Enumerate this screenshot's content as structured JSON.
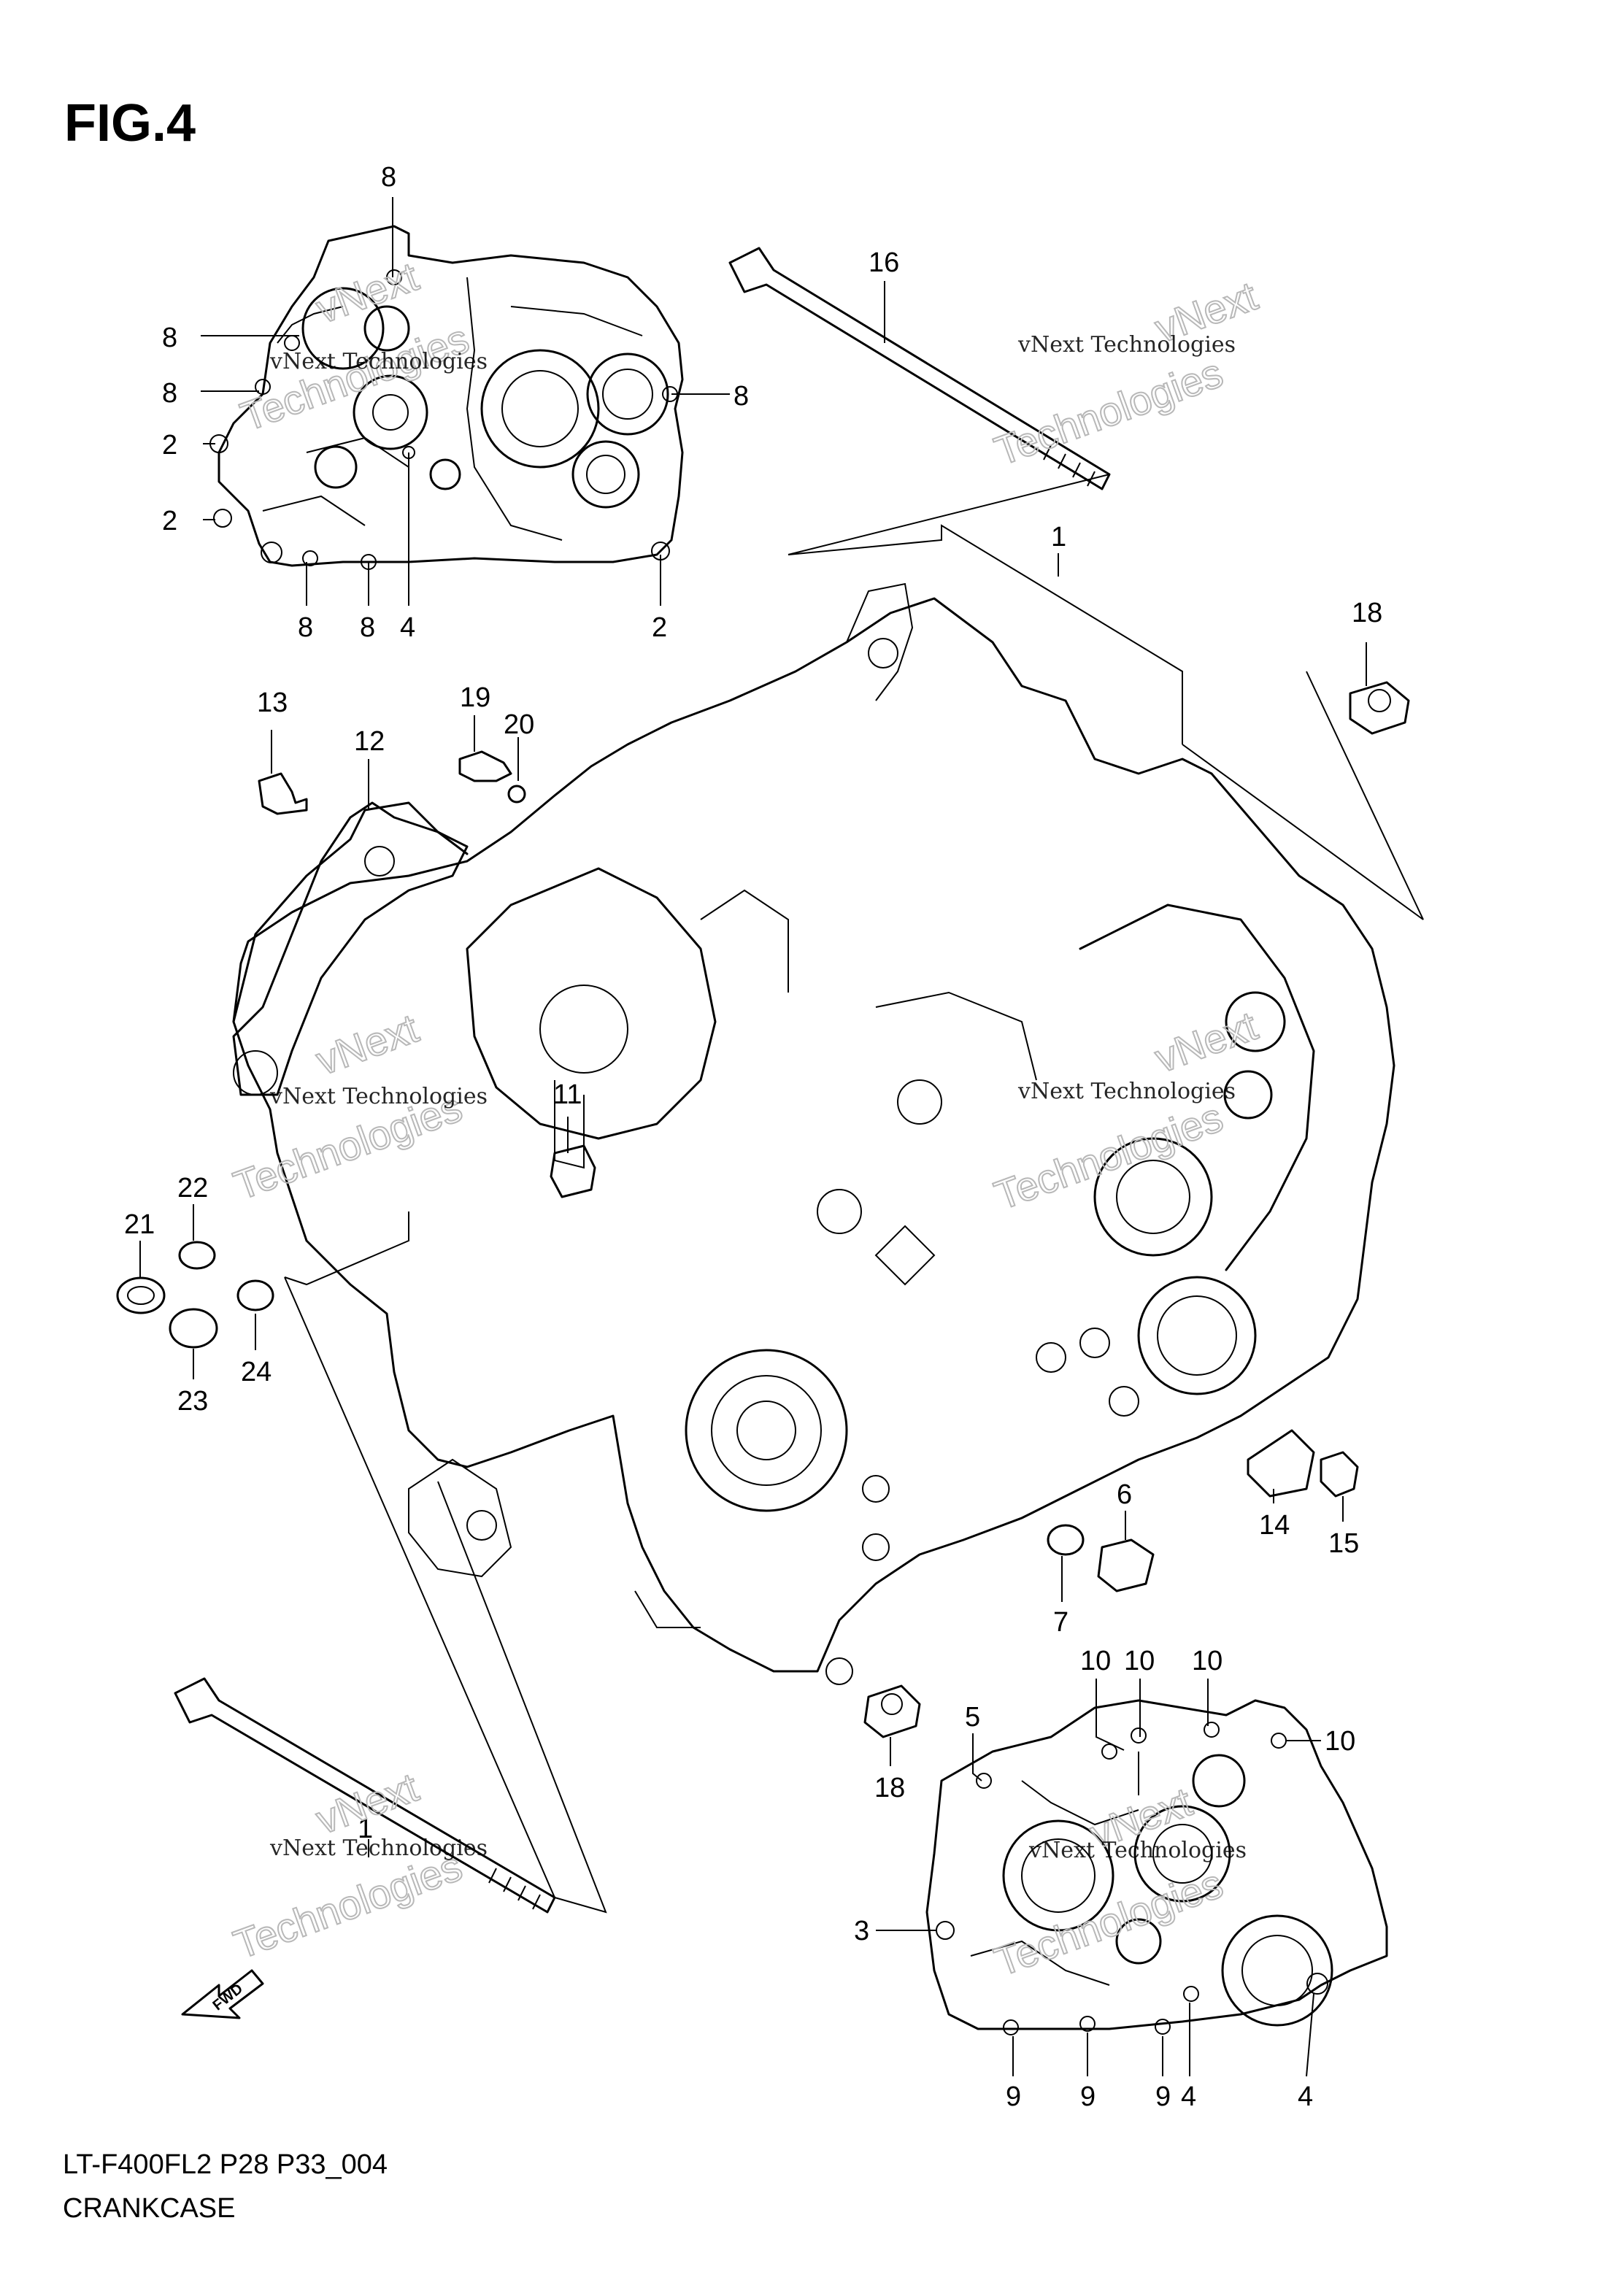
{
  "figure": {
    "title": "FIG.4"
  },
  "footer": {
    "code": "LT-F400FL2 P28 P33_004",
    "name": "CRANKCASE"
  },
  "watermark": {
    "line1": "vNext Technologies",
    "line2": "vNext",
    "line3": "Technologies"
  },
  "fwd_label": "FWD",
  "callouts": [
    "8",
    "8",
    "8",
    "8",
    "2",
    "2",
    "8",
    "8",
    "4",
    "2",
    "16",
    "1",
    "18",
    "13",
    "12",
    "19",
    "20",
    "11",
    "22",
    "21",
    "23",
    "24",
    "14",
    "15",
    "6",
    "7",
    "18",
    "10",
    "10",
    "10",
    "10",
    "5",
    "3",
    "9",
    "9",
    "9",
    "4",
    "4",
    "1"
  ]
}
